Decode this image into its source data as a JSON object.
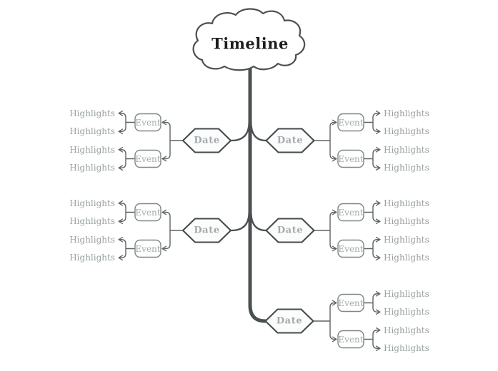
{
  "title": "Timeline",
  "labels": {
    "date": "Date",
    "event": "Event",
    "highlight": "Highlights"
  },
  "colors": {
    "background": "#ffffff",
    "trunk": "#4a5052",
    "cloud_border": "#4a5052",
    "hexagon_border": "#454b4d",
    "hexagon_fill": "#fbfcfc",
    "event_border": "#7f8688",
    "event_fill": "#fefefe",
    "connector": "#5d6466",
    "node_text": "#a4abac",
    "highlight_text": "#9aa1a2",
    "title_text": "#1c1c1c"
  },
  "diagram": {
    "type": "mindmap-timeline",
    "root": "Timeline",
    "rows": [
      {
        "branches": [
          {
            "side": "left",
            "date": "Date",
            "events": [
              {
                "label": "Event",
                "highlights": [
                  "Highlights",
                  "Highlights"
                ]
              },
              {
                "label": "Event",
                "highlights": [
                  "Highlights",
                  "Highlights"
                ]
              }
            ]
          },
          {
            "side": "right",
            "date": "Date",
            "events": [
              {
                "label": "Event",
                "highlights": [
                  "Highlights",
                  "Highlights"
                ]
              },
              {
                "label": "Event",
                "highlights": [
                  "Highlights",
                  "Highlights"
                ]
              }
            ]
          }
        ]
      },
      {
        "branches": [
          {
            "side": "left",
            "date": "Date",
            "events": [
              {
                "label": "Event",
                "highlights": [
                  "Highlights",
                  "Highlights"
                ]
              },
              {
                "label": "Event",
                "highlights": [
                  "Highlights",
                  "Highlights"
                ]
              }
            ]
          },
          {
            "side": "right",
            "date": "Date",
            "events": [
              {
                "label": "Event",
                "highlights": [
                  "Highlights",
                  "Highlights"
                ]
              },
              {
                "label": "Event",
                "highlights": [
                  "Highlights",
                  "Highlights"
                ]
              }
            ]
          }
        ]
      },
      {
        "branches": [
          {
            "side": "right",
            "date": "Date",
            "events": [
              {
                "label": "Event",
                "highlights": [
                  "Highlights",
                  "Highlights"
                ]
              },
              {
                "label": "Event",
                "highlights": [
                  "Highlights",
                  "Highlights"
                ]
              }
            ]
          }
        ]
      }
    ]
  }
}
